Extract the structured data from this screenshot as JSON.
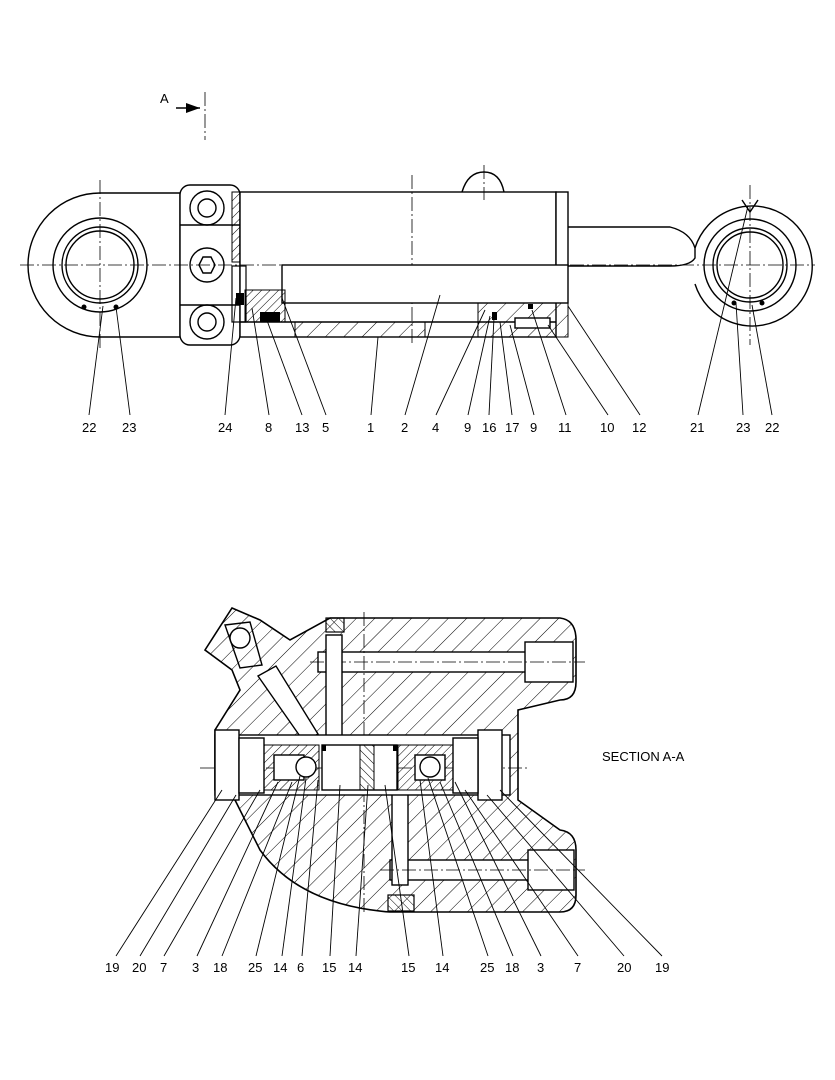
{
  "top_view": {
    "section_marker": "A",
    "callouts": [
      "22",
      "23",
      "24",
      "8",
      "13",
      "5",
      "1",
      "2",
      "4",
      "9",
      "16",
      "17",
      "9",
      "11",
      "10",
      "12",
      "21",
      "23",
      "22"
    ]
  },
  "section_view": {
    "title": "SECTION A-A",
    "callouts": [
      "19",
      "20",
      "7",
      "3",
      "18",
      "25",
      "14",
      "6",
      "15",
      "14",
      "15",
      "14",
      "25",
      "18",
      "3",
      "7",
      "20",
      "19"
    ]
  }
}
